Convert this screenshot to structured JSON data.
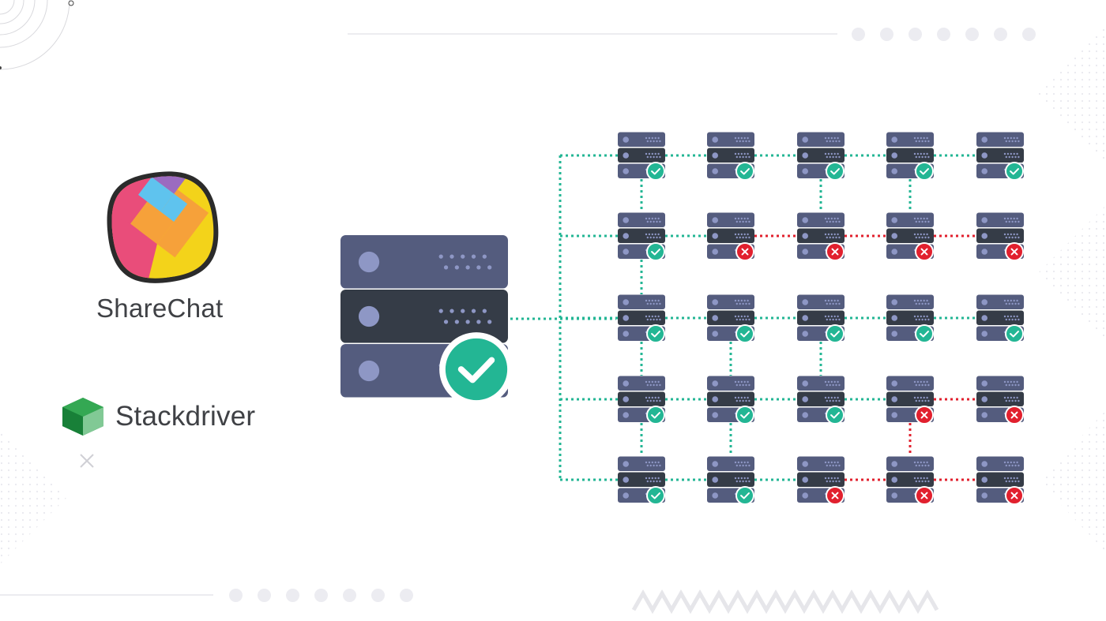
{
  "brands": {
    "sharechat": {
      "name": "ShareChat",
      "logo_icon": "sharechat-logo-icon"
    },
    "stackdriver": {
      "name": "Stackdriver",
      "logo_icon": "stackdriver-hexagon-icon"
    }
  },
  "colors": {
    "server_body": "#545c7e",
    "server_dark": "#353c47",
    "server_light": "#8e97c5",
    "ok": "#23b694",
    "fail": "#e1202e",
    "link_ok": "#23b694",
    "link_fail": "#e1202e",
    "brand_text": "#3f4145"
  },
  "diagram": {
    "main_server": {
      "status": "ok",
      "icon": "server-icon"
    },
    "grid_status": [
      [
        "ok",
        "ok",
        "ok",
        "ok",
        "ok"
      ],
      [
        "ok",
        "fail",
        "fail",
        "fail",
        "fail"
      ],
      [
        "ok",
        "ok",
        "ok",
        "ok",
        "ok"
      ],
      [
        "ok",
        "ok",
        "ok",
        "fail",
        "fail"
      ],
      [
        "ok",
        "ok",
        "fail",
        "fail",
        "fail"
      ]
    ],
    "horizontal_links": [
      [
        "ok",
        "ok",
        "ok",
        "ok"
      ],
      [
        "ok",
        "fail",
        "fail",
        "fail"
      ],
      [
        "ok",
        "ok",
        "ok",
        "ok"
      ],
      [
        "ok",
        "ok",
        "ok",
        "fail"
      ],
      [
        "ok",
        "ok",
        "fail",
        "fail"
      ]
    ],
    "vertical_links": [
      [
        true,
        false,
        true,
        true,
        false
      ],
      [
        true,
        false,
        false,
        false,
        false
      ],
      [
        true,
        true,
        true,
        false,
        false
      ],
      [
        true,
        true,
        false,
        true,
        false
      ]
    ],
    "vertical_link_status": [
      [
        "ok",
        "ok",
        "ok",
        "ok",
        "ok"
      ],
      [
        "ok",
        "ok",
        "ok",
        "ok",
        "ok"
      ],
      [
        "ok",
        "ok",
        "ok",
        "ok",
        "ok"
      ],
      [
        "ok",
        "ok",
        "ok",
        "fail",
        "ok"
      ]
    ]
  }
}
